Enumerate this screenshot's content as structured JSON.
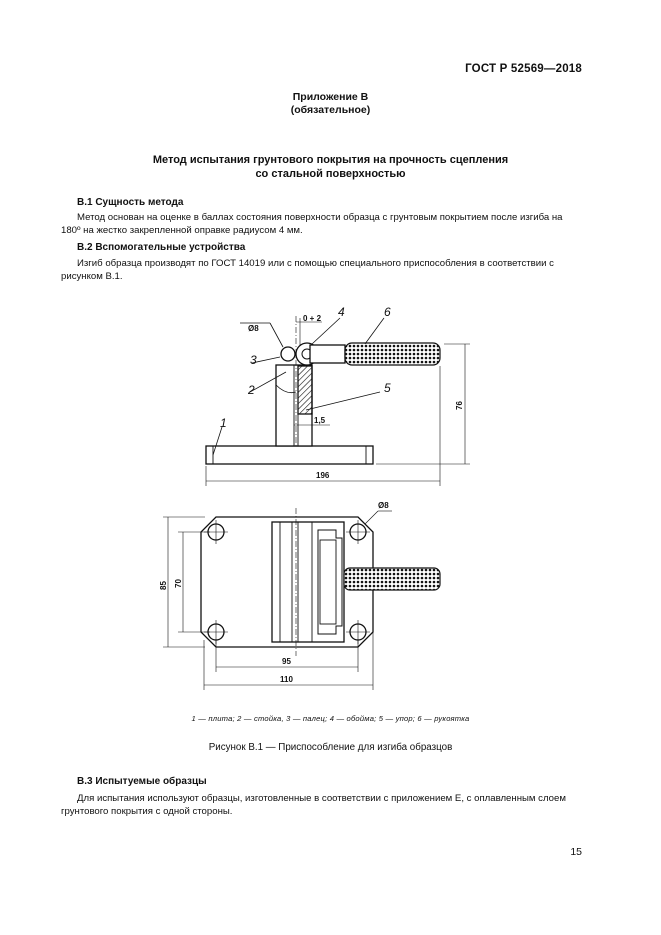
{
  "header": {
    "standard": "ГОСТ Р 52569—2018"
  },
  "appendix": {
    "title": "Приложение В",
    "status": "(обязательное)"
  },
  "method": {
    "title_line1": "Метод испытания грунтового покрытия на прочность сцепления",
    "title_line2": "со стальной поверхностью"
  },
  "sections": {
    "b1": {
      "heading": "В.1 Сущность метода",
      "text_line1": "Метод основан на оценке в баллах состояния поверхности образца с грунтовым покрытием после изгиба на",
      "text_line2": "180º на жестко закрепленной оправке радиусом 4 мм."
    },
    "b2": {
      "heading": "В.2 Вспомогательные устройства",
      "text_line1": "Изгиб образца производят по ГОСТ 14019 или с помощью специального приспособления в соответствии с",
      "text_line2": "рисунком В.1."
    },
    "b3": {
      "heading": "В.3 Испытуемые образцы",
      "text_line1": "Для испытания используют образцы, изготовленные в соответствии с приложением Е, с оплавленным слоем",
      "text_line2": "грунтового покрытия с одной стороны."
    }
  },
  "figure": {
    "side_view": {
      "labels": {
        "n1": "1",
        "n2": "2",
        "n3": "3",
        "n4": "4",
        "n5": "5",
        "n6": "6"
      },
      "dim_diam": "Ø8",
      "dim_gap": "0 + 2",
      "dim_thickness": "1,5",
      "dim_width": "196",
      "dim_height": "76"
    },
    "top_view": {
      "dim_hole": "Ø8",
      "dim_85": "85",
      "dim_70": "70",
      "dim_95": "95",
      "dim_110": "110"
    },
    "legend": "1 — плита; 2 — стойка, 3 — палец; 4 — обойма; 5 — упор; 6 — рукоятка",
    "caption": "Рисунок В.1 — Приспособление для изгиба образцов"
  },
  "page_number": "15"
}
